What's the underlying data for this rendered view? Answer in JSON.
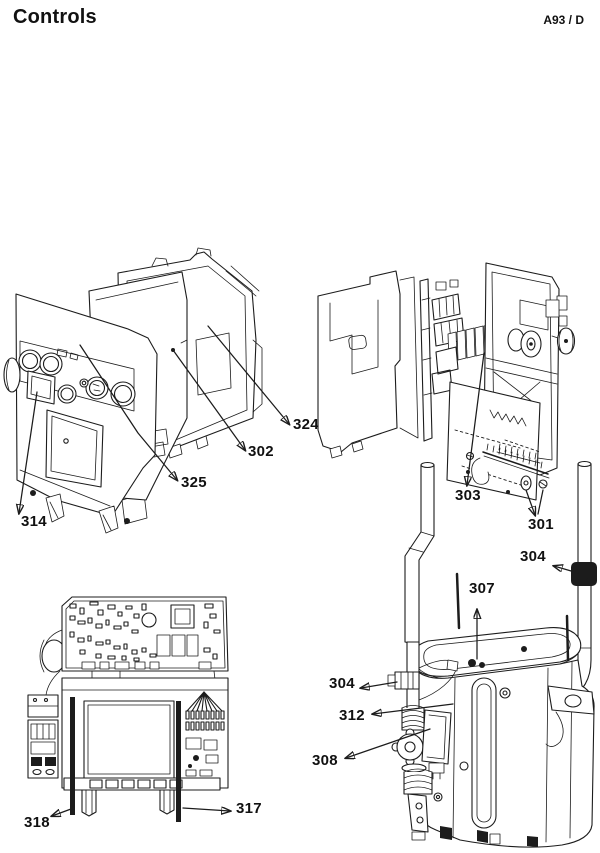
{
  "header": {
    "title": "Controls",
    "code": "A93 / D"
  },
  "colors": {
    "line": "#1c1c1c",
    "background": "#ffffff",
    "text": "#111111"
  },
  "callouts": {
    "panel_314": "314",
    "panel_325": "325",
    "panel_302": "302",
    "panel_324": "324",
    "board_303": "303",
    "board_301": "301",
    "boiler_304_top": "304",
    "boiler_307": "307",
    "boiler_304_left": "304",
    "boiler_312": "312",
    "boiler_308": "308",
    "power_318": "318",
    "power_317": "317"
  }
}
